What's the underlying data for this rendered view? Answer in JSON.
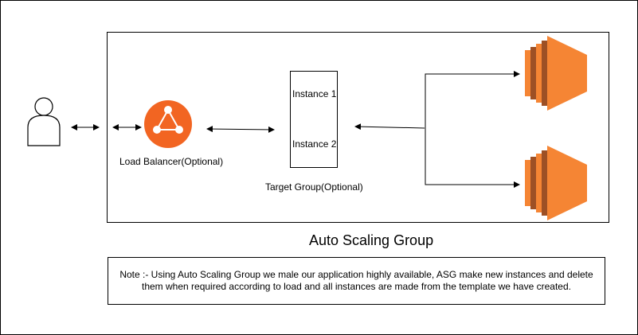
{
  "diagram": {
    "group_title": "Auto Scaling Group",
    "load_balancer_label": "Load Balancer(Optional)",
    "target_group_label": "Target Group(Optional)",
    "instance_1_label": "Instance 1",
    "instance_2_label": "Instance 2",
    "note": "Note :- Using Auto Scaling Group we male our application highly available, ASG make new instances and delete them when required according to load and all instances are made from the template we have created.",
    "icons": {
      "user": "user-icon",
      "load_balancer": "load-balancer-icon",
      "ec2": "ec2-instance-icon"
    },
    "colors": {
      "lb_orange": "#f26522",
      "ec2_orange": "#f58534",
      "ec2_dark": "#9d5025"
    }
  }
}
